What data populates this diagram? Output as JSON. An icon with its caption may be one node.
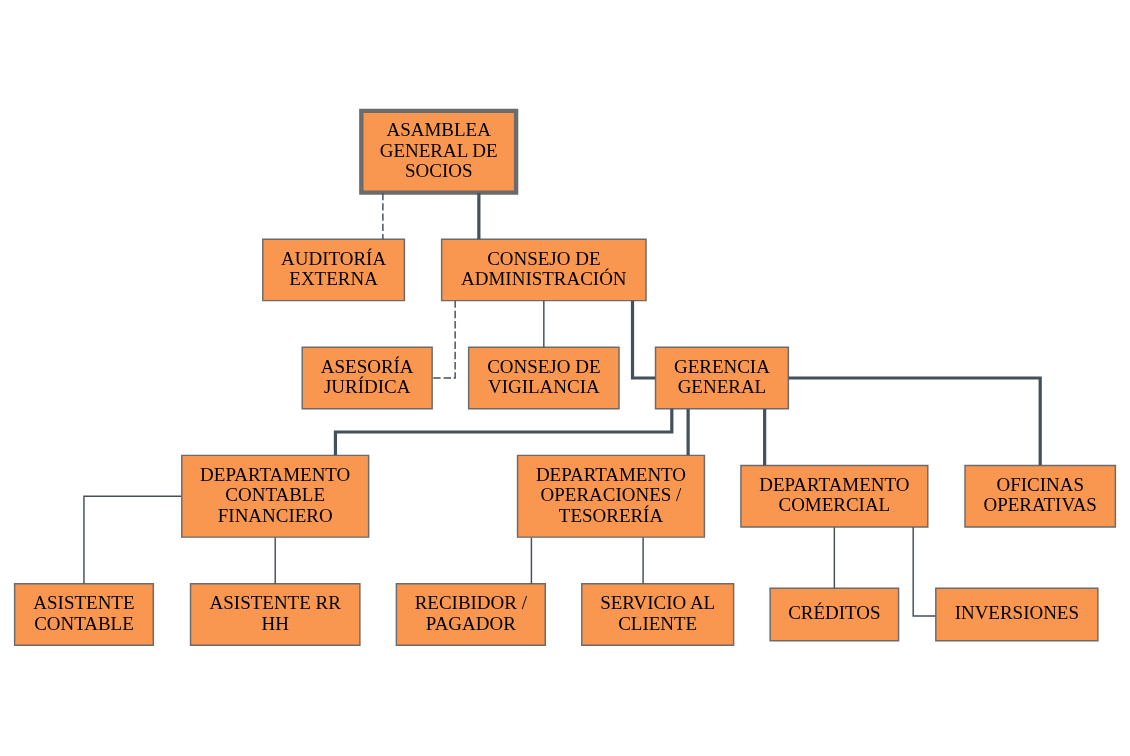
{
  "diagram": {
    "nodes": [
      {
        "text": [
          "ASAMBLEA GENERAL DE SOCIOS"
        ]
      },
      {
        "text": [
          "AUDITORÍA EXTERNA"
        ]
      },
      {
        "text": [
          "CONSEJO DE ADMINISTRACIÓN"
        ]
      },
      {
        "text": [
          "ASESORÍA JURÍDICA"
        ]
      },
      {
        "text": [
          "CONSEJO DE VIGILANCIA"
        ]
      },
      {
        "text": [
          "GERENCIA GENERAL"
        ]
      },
      {
        "text": [
          "DEPARTAMENTO CONTABLE FINANCIERO"
        ]
      },
      {
        "text": [
          "DEPARTAMENTO OPERACIONES / TESORERÍA"
        ]
      },
      {
        "text": [
          "DEPARTAMENTO COMERCIAL"
        ]
      },
      {
        "text": [
          "OFICINAS OPERATIVAS"
        ]
      },
      {
        "text": [
          "ASISTENTE CONTABLE"
        ]
      },
      {
        "text": [
          "ASISTENTE RR HH"
        ]
      },
      {
        "text": [
          "RECIBIDOR / PAGADOR"
        ]
      },
      {
        "text": [
          "SERVICIO AL CLIENTE"
        ]
      },
      {
        "text": [
          "CRÉDITOS"
        ]
      },
      {
        "text": [
          "INVERSIONES"
        ]
      }
    ],
    "edges": [
      {
        "from": 0,
        "to": 2,
        "arrow": "none",
        "style": "thick"
      },
      {
        "from": 0,
        "to": 1,
        "arrow": "none",
        "style": "dashed"
      },
      {
        "from": 2,
        "to": 3,
        "arrow": "none",
        "style": "dashed"
      },
      {
        "from": 2,
        "to": 4,
        "arrow": "none"
      },
      {
        "from": 2,
        "to": 5,
        "arrow": "none",
        "style": "thick"
      },
      {
        "from": 5,
        "to": 6,
        "arrow": "none",
        "style": "thick"
      },
      {
        "from": 5,
        "to": 7,
        "arrow": "none",
        "style": "thick"
      },
      {
        "from": 5,
        "to": 8,
        "arrow": "none",
        "style": "thick"
      },
      {
        "from": 5,
        "to": 9,
        "arrow": "none",
        "style": "thick"
      },
      {
        "from": 6,
        "to": 10,
        "arrow": "none"
      },
      {
        "from": 6,
        "to": 11,
        "arrow": "none"
      },
      {
        "from": 7,
        "to": 12,
        "arrow": "none"
      },
      {
        "from": 7,
        "to": 13,
        "arrow": "none"
      },
      {
        "from": 8,
        "to": 14,
        "arrow": "none"
      },
      {
        "from": 8,
        "to": 15,
        "arrow": "none"
      }
    ]
  }
}
